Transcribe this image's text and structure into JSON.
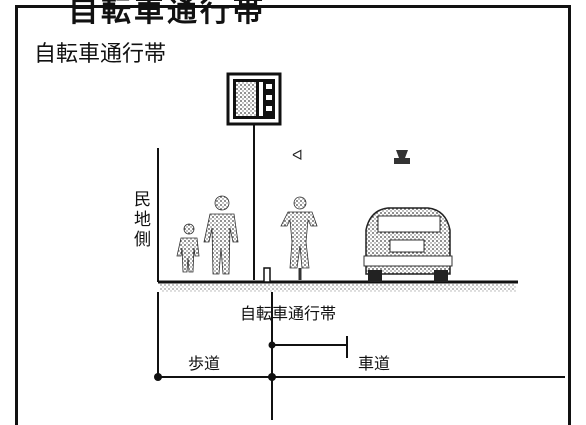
{
  "heading": "自転車通行帯",
  "frame_title": "自転車通行帯",
  "side_label": "民地側",
  "bike_lane_label": "自転車通行帯",
  "sidewalk_label": "歩道",
  "roadway_label": "車道",
  "sign": {
    "icon": "bicycle-lane-sign-icon"
  },
  "colors": {
    "ink": "#111111",
    "paper": "#ffffff",
    "speckle": "#555555"
  }
}
